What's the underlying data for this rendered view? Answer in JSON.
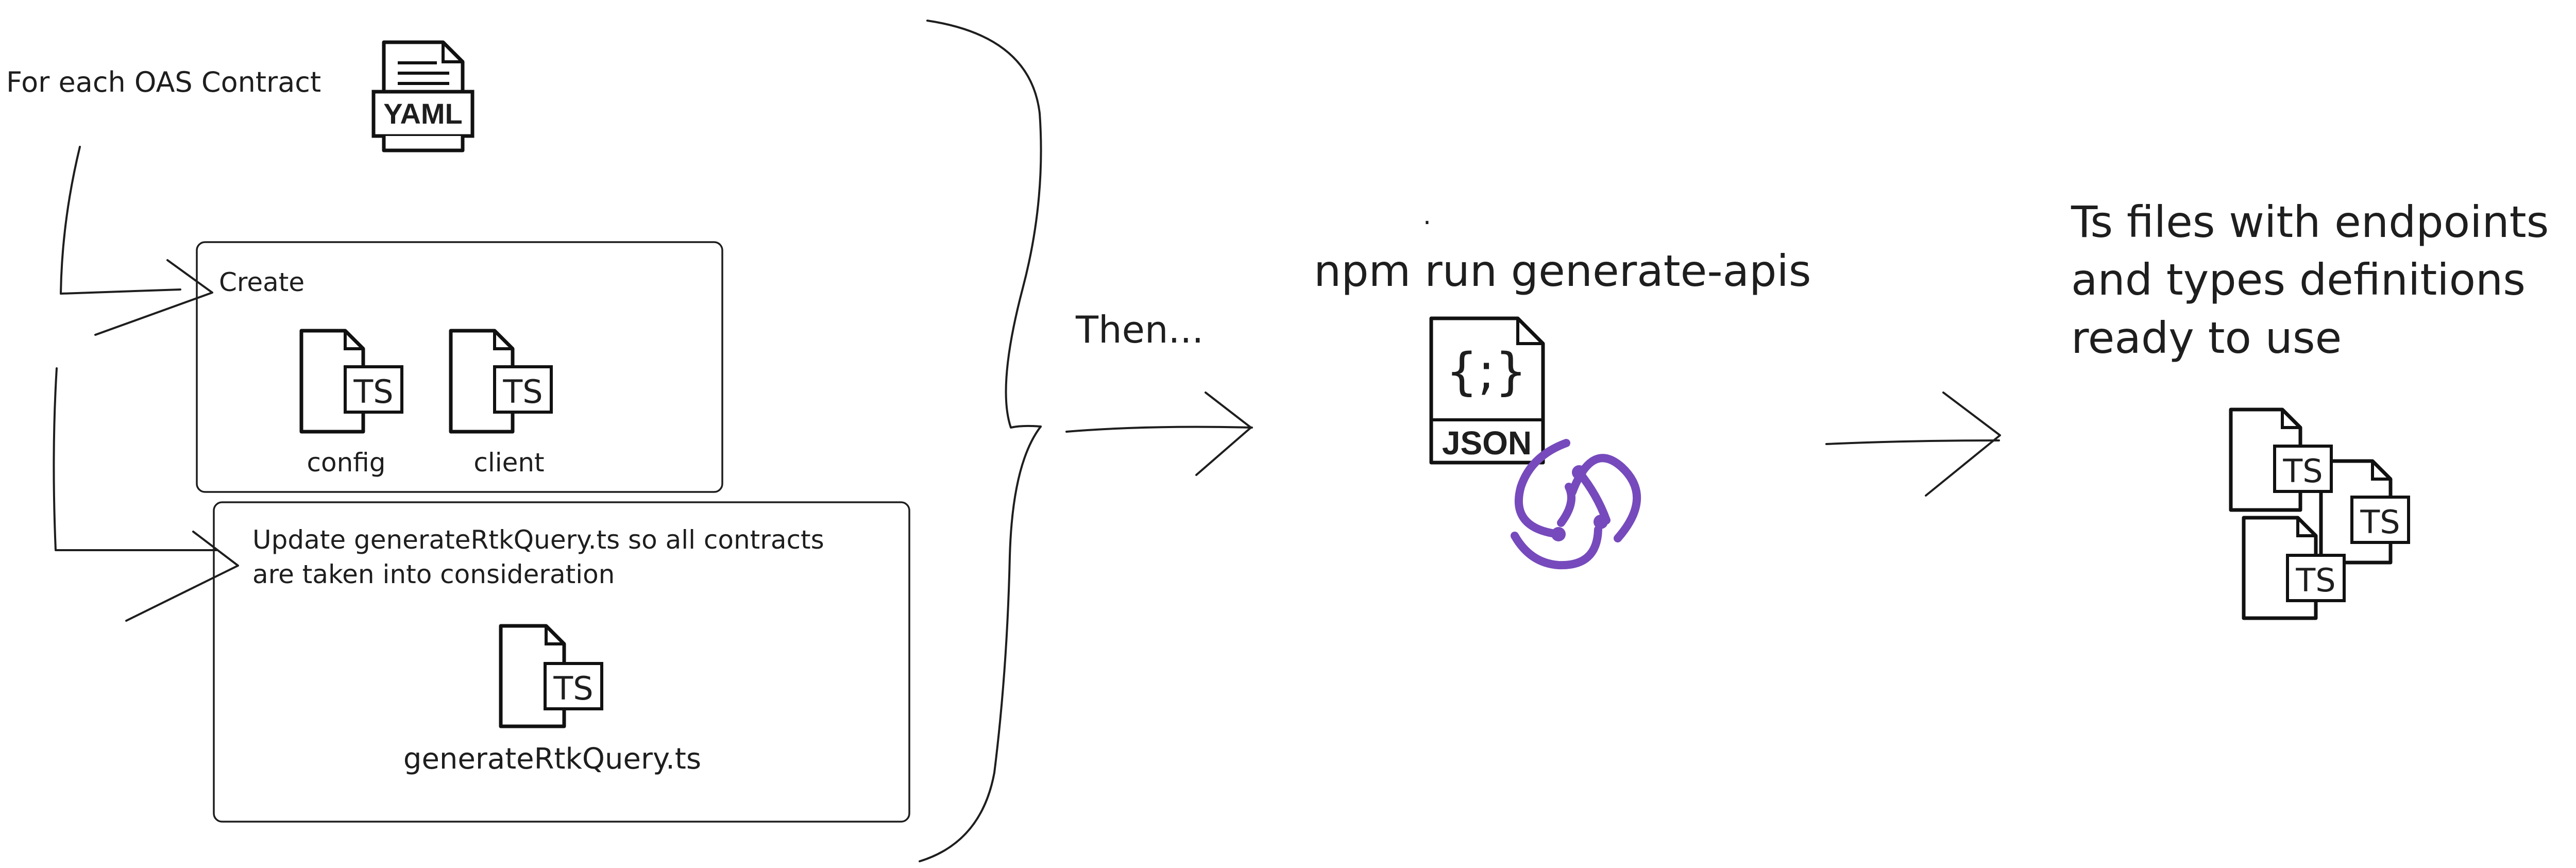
{
  "oas_label": "For each OAS Contract",
  "yaml_badge": "YAML",
  "create_box": {
    "title": "Create",
    "files": [
      {
        "badge": "TS",
        "caption": "config"
      },
      {
        "badge": "TS",
        "caption": "client"
      }
    ]
  },
  "update_box": {
    "line1": "Update generateRtkQuery.ts so all contracts",
    "line2": "are taken into consideration",
    "file": {
      "badge": "TS",
      "caption": "generateRtkQuery.ts"
    }
  },
  "then_label": "Then...",
  "dot": ".",
  "command": "npm run generate-apis",
  "json_icon": {
    "braces": "{;}",
    "badge": "JSON"
  },
  "redux_logo": {
    "color": "#764abc"
  },
  "result": {
    "line1": "Ts files with endpoints",
    "line2": "and types definitions",
    "line3": "ready to use",
    "badges": [
      "TS",
      "TS",
      "TS"
    ]
  }
}
